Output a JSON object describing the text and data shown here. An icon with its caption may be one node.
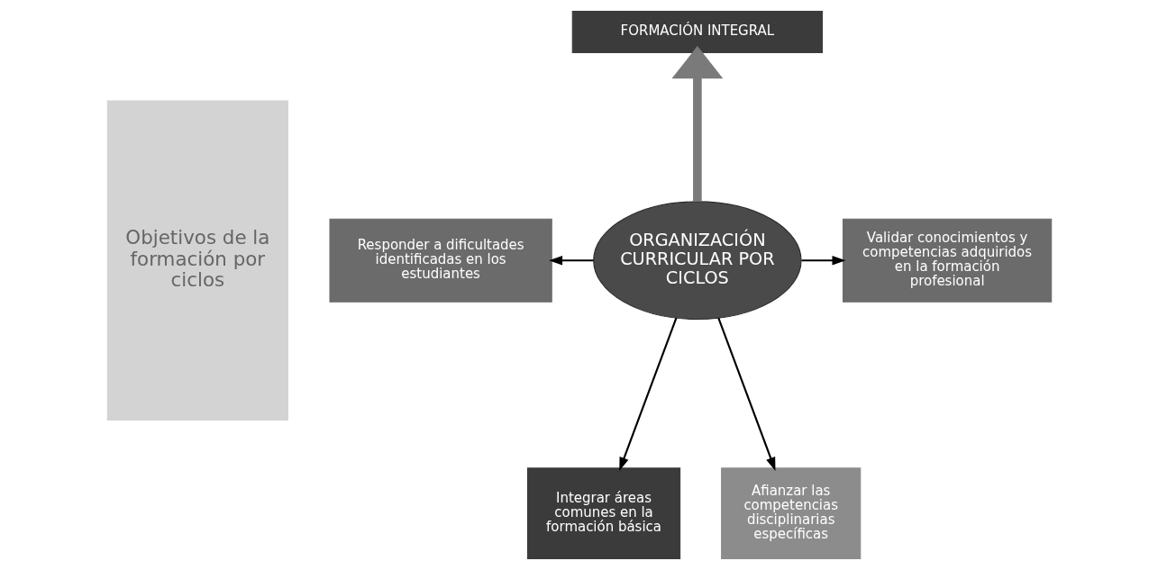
{
  "diagram": {
    "nodes": [
      {
        "text": [
          "Objetivos de la formación por ciclos"
        ]
      },
      {
        "text": [
          "FORMACIÓN INTEGRAL"
        ]
      },
      {
        "text": [
          "Responder a dificultades identificadas en los estudiantes"
        ]
      },
      {
        "text": [
          "ORGANIZACIÓN CURRICULAR POR CICLOS"
        ]
      },
      {
        "text": [
          "Validar conocimientos y competencias adquiridos en la formación profesional"
        ]
      },
      {
        "text": [
          "Integrar áreas comunes en la formación básica"
        ]
      },
      {
        "text": [
          "Afianzar las competencias disciplinarias específicas"
        ]
      }
    ],
    "edges": [
      {
        "from": 3,
        "to": 1,
        "arrow": "to",
        "style": "thick",
        "color": "#7a7a7a"
      },
      {
        "from": 3,
        "to": 2,
        "arrow": "to"
      },
      {
        "from": 3,
        "to": 4,
        "arrow": "to"
      },
      {
        "from": 3,
        "to": 5,
        "arrow": "to"
      },
      {
        "from": 3,
        "to": 6,
        "arrow": "to"
      }
    ]
  }
}
